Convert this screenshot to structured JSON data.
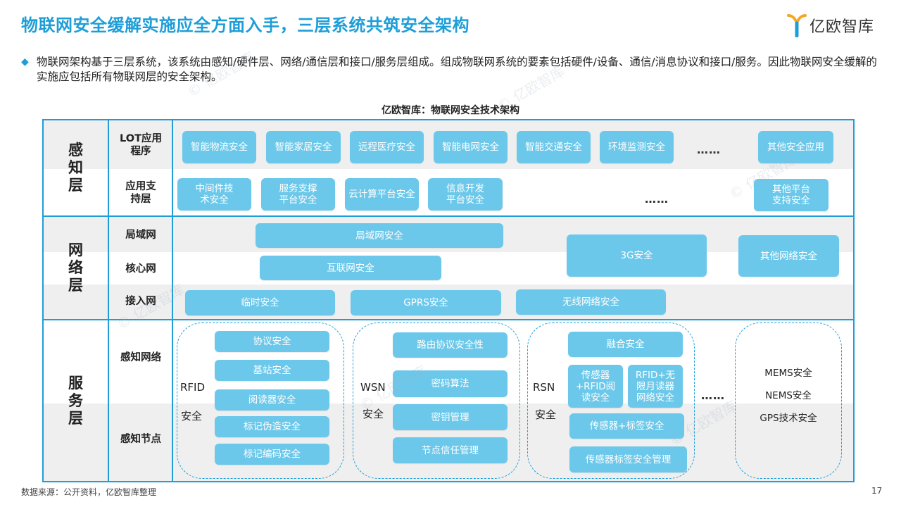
{
  "header": {
    "title": "物联网安全缓解实施应全方面入手，三层系统共筑安全架构",
    "logo_text": "亿欧智库",
    "brand_color": "#1E9ED8"
  },
  "intro": {
    "bullet_icon": "diamond-bullet-icon",
    "text": "物联网架构基于三层系统，该系统由感知/硬件层、网络/通信层和接口/服务层组成。组成物联网系统的要素包括硬件/设备、通信/消息协议和接口/服务。因此物联网安全缓解的实施应包括所有物联网层的安全架构。"
  },
  "diagram": {
    "title": "亿欧智库：物联网安全技术架构",
    "box_color": "#6CC8EA",
    "layers": {
      "perception": {
        "label": [
          "感",
          "知",
          "层"
        ],
        "rows": {
          "lot_apps": {
            "label": "LOT应用程序",
            "items": [
              "智能物流安全",
              "智能家居安全",
              "远程医疗安全",
              "智能电网安全",
              "智能交通安全",
              "环境监测安全",
              "其他安全应用"
            ],
            "ellipsis": "……"
          },
          "app_support": {
            "label": "应用支持层",
            "items": [
              "中间件技术安全",
              "服务支撑平台安全",
              "云计算平台安全",
              "信息开发平台安全",
              "其他平台支持安全"
            ],
            "ellipsis": "……"
          }
        }
      },
      "network": {
        "label": [
          "网",
          "络",
          "层"
        ],
        "rows": {
          "lan": {
            "label": "局域网",
            "items": [
              "局域网安全"
            ]
          },
          "core": {
            "label": "核心网",
            "items": [
              "互联网安全"
            ]
          },
          "access": {
            "label": "接入网",
            "items": [
              "临时安全",
              "GPRS安全",
              "无线网络安全"
            ]
          }
        },
        "shared_items": [
          "3G安全",
          "其他网络安全"
        ]
      },
      "service": {
        "label": [
          "服",
          "务",
          "层"
        ],
        "row_labels": [
          "感知网络",
          "感知节点"
        ],
        "groups": {
          "rfid": {
            "label": [
              "RFID",
              "安全"
            ],
            "items": [
              "协议安全",
              "基站安全",
              "阅读器安全",
              "标记伪造安全",
              "标记编码安全"
            ]
          },
          "wsn": {
            "label": [
              "WSN",
              "安全"
            ],
            "items": [
              "路由协议安全性",
              "密码算法",
              "密钥管理",
              "节点信任管理"
            ]
          },
          "rsn": {
            "label": [
              "RSN",
              "安全"
            ],
            "items": [
              "融合安全",
              "传感器+RFID阅读安全",
              "RFID+无限月读器网络安全",
              "传感器+标签安全",
              "传感器标签安全管理"
            ]
          },
          "other": {
            "items": [
              "MEMS安全",
              "NEMS安全",
              "GPS技术安全"
            ]
          }
        },
        "ellipsis": "……"
      }
    }
  },
  "watermark": "© 亿欧智库",
  "footer": {
    "source": "数据来源：公开资料，亿欧智库整理",
    "page": "17"
  }
}
